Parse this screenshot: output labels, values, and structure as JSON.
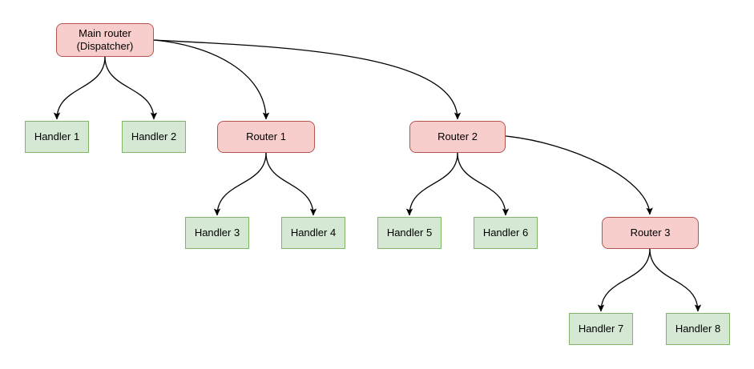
{
  "diagram": {
    "colors": {
      "router_fill": "#f8cecc",
      "router_stroke": "#b85450",
      "handler_fill": "#d5e8d4",
      "handler_stroke": "#82b366",
      "edge": "#000000",
      "background": "#ffffff"
    },
    "nodes": {
      "main_router": {
        "line1": "Main router",
        "line2": "(Dispatcher)",
        "type": "router"
      },
      "router1": {
        "label": "Router 1",
        "type": "router"
      },
      "router2": {
        "label": "Router 2",
        "type": "router"
      },
      "router3": {
        "label": "Router 3",
        "type": "router"
      },
      "handler1": {
        "label": "Handler 1",
        "type": "handler"
      },
      "handler2": {
        "label": "Handler 2",
        "type": "handler"
      },
      "handler3": {
        "label": "Handler 3",
        "type": "handler"
      },
      "handler4": {
        "label": "Handler 4",
        "type": "handler"
      },
      "handler5": {
        "label": "Handler 5",
        "type": "handler"
      },
      "handler6": {
        "label": "Handler 6",
        "type": "handler"
      },
      "handler7": {
        "label": "Handler 7",
        "type": "handler"
      },
      "handler8": {
        "label": "Handler 8",
        "type": "handler"
      }
    },
    "edges": [
      {
        "from": "main_router",
        "to": "handler1"
      },
      {
        "from": "main_router",
        "to": "handler2"
      },
      {
        "from": "main_router",
        "to": "router1"
      },
      {
        "from": "main_router",
        "to": "router2"
      },
      {
        "from": "router1",
        "to": "handler3"
      },
      {
        "from": "router1",
        "to": "handler4"
      },
      {
        "from": "router2",
        "to": "handler5"
      },
      {
        "from": "router2",
        "to": "handler6"
      },
      {
        "from": "router2",
        "to": "router3"
      },
      {
        "from": "router3",
        "to": "handler7"
      },
      {
        "from": "router3",
        "to": "handler8"
      }
    ]
  }
}
